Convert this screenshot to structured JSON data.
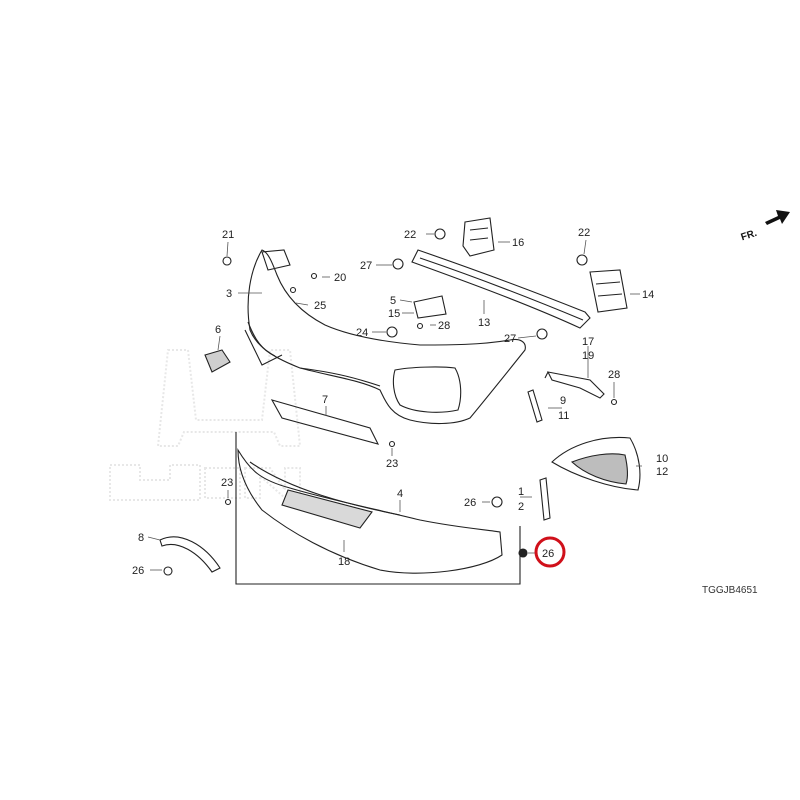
{
  "diagram": {
    "orientation_label": "FR.",
    "drawing_code": "TGGJB4651",
    "highlight_color": "#d0101a",
    "highlighted_callout": "26",
    "callouts": [
      {
        "id": "c21",
        "text": "21"
      },
      {
        "id": "c3",
        "text": "3"
      },
      {
        "id": "c20",
        "text": "20"
      },
      {
        "id": "c25",
        "text": "25"
      },
      {
        "id": "c22a",
        "text": "22"
      },
      {
        "id": "c16",
        "text": "16"
      },
      {
        "id": "c27a",
        "text": "27"
      },
      {
        "id": "c5",
        "text": "5"
      },
      {
        "id": "c15",
        "text": "15"
      },
      {
        "id": "c28a",
        "text": "28"
      },
      {
        "id": "c13",
        "text": "13"
      },
      {
        "id": "c24",
        "text": "24"
      },
      {
        "id": "c22b",
        "text": "22"
      },
      {
        "id": "c14",
        "text": "14"
      },
      {
        "id": "c27b",
        "text": "27"
      },
      {
        "id": "c17",
        "text": "17"
      },
      {
        "id": "c19",
        "text": "19"
      },
      {
        "id": "c6",
        "text": "6"
      },
      {
        "id": "c28b",
        "text": "28"
      },
      {
        "id": "c7",
        "text": "7"
      },
      {
        "id": "c9",
        "text": "9"
      },
      {
        "id": "c11",
        "text": "11"
      },
      {
        "id": "c23a",
        "text": "23"
      },
      {
        "id": "c10",
        "text": "10"
      },
      {
        "id": "c12",
        "text": "12"
      },
      {
        "id": "c23b",
        "text": "23"
      },
      {
        "id": "c4",
        "text": "4"
      },
      {
        "id": "c1",
        "text": "1"
      },
      {
        "id": "c2",
        "text": "2"
      },
      {
        "id": "c26a",
        "text": "26"
      },
      {
        "id": "c8",
        "text": "8"
      },
      {
        "id": "c18",
        "text": "18"
      },
      {
        "id": "c26b",
        "text": "26"
      }
    ],
    "watermark": "HONDA"
  }
}
